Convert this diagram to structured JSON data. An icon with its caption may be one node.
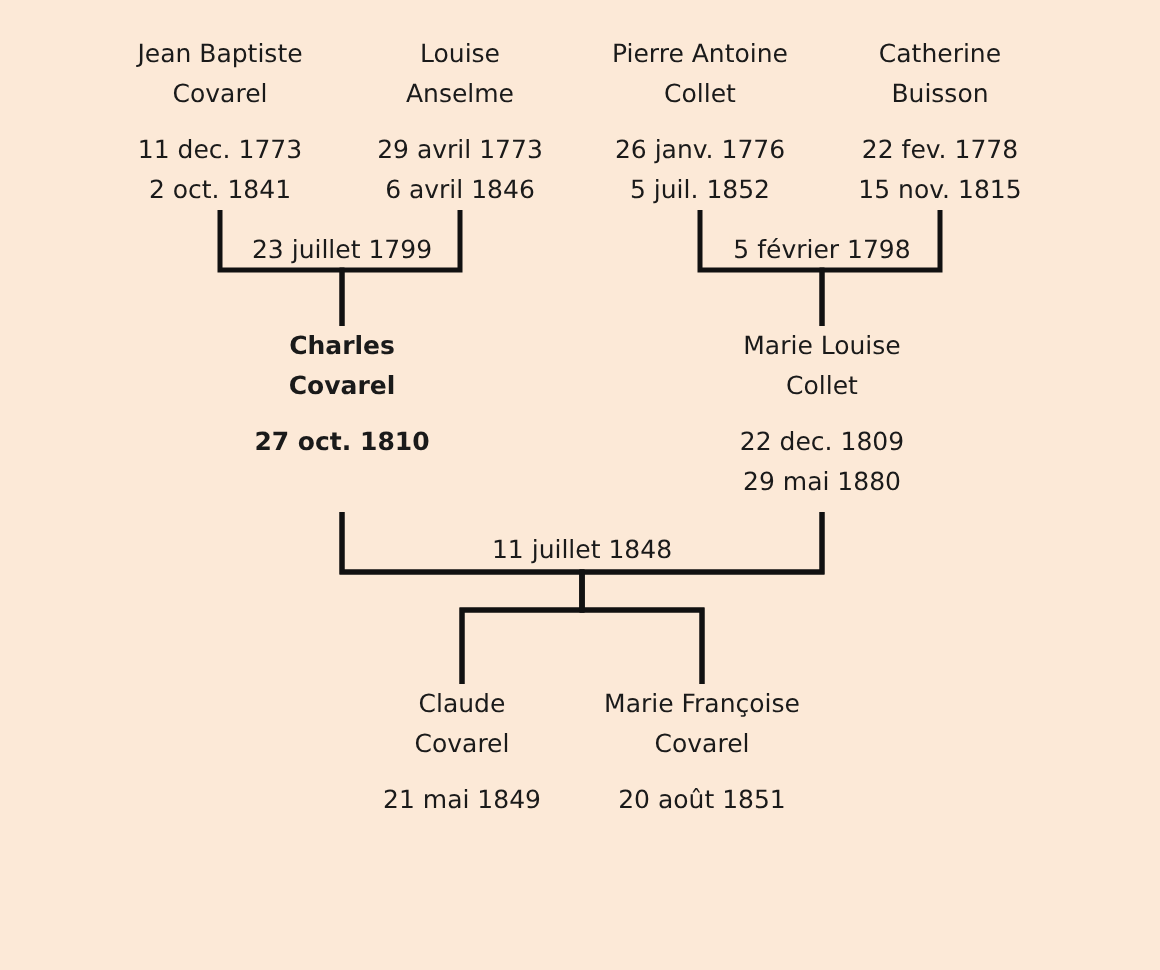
{
  "diagram": {
    "nodes": [
      {
        "text": [
          "Jean Baptiste Covarel",
          "11 dec. 1773",
          "2 oct. 1841"
        ]
      },
      {
        "text": [
          "Louise Anselme",
          "29 avril 1773",
          "6 avril 1846"
        ]
      },
      {
        "text": [
          "Pierre Antoine Collet",
          "26 janv. 1776",
          "5 juil. 1852"
        ]
      },
      {
        "text": [
          "Catherine Buisson",
          "22 fev. 1778",
          "15 nov. 1815"
        ]
      },
      {
        "text": [
          "Charles Covarel",
          "27 oct. 1810"
        ]
      },
      {
        "text": [
          "Marie Louise Collet",
          "22 dec. 1809",
          "29 mai 1880"
        ]
      },
      {
        "text": [
          "Claude Covarel",
          "21 mai 1849"
        ]
      },
      {
        "text": [
          "Marie Françoise Covarel",
          "20 août 1851"
        ]
      }
    ],
    "edges": [
      {
        "from": 0,
        "to": 4,
        "arrow": "none",
        "label": "23 juillet 1799"
      },
      {
        "from": 1,
        "to": 4,
        "arrow": "none"
      },
      {
        "from": 2,
        "to": 5,
        "arrow": "none",
        "label": "5 février 1798"
      },
      {
        "from": 3,
        "to": 5,
        "arrow": "none"
      },
      {
        "from": 4,
        "to": 6,
        "arrow": "none",
        "label": "11 juillet 1848"
      },
      {
        "from": 4,
        "to": 7,
        "arrow": "none"
      },
      {
        "from": 5,
        "to": 6,
        "arrow": "none"
      },
      {
        "from": 5,
        "to": 7,
        "arrow": "none"
      }
    ]
  }
}
